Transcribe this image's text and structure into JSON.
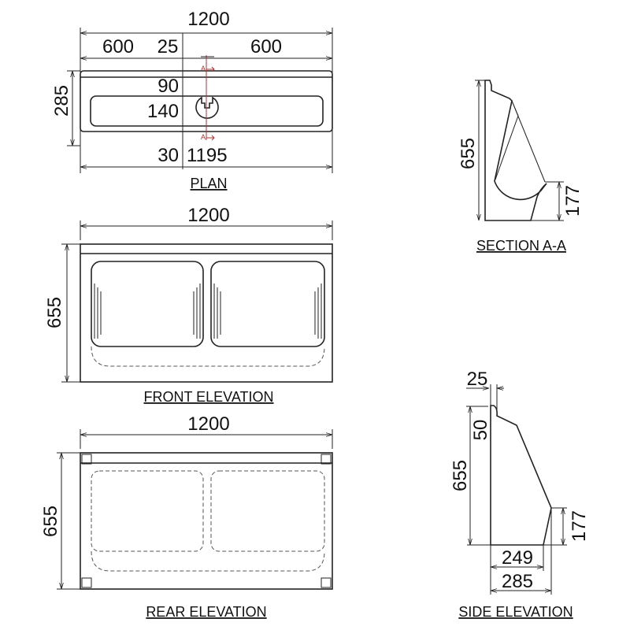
{
  "plan": {
    "label": "PLAN",
    "dims": {
      "overall_width": "1200",
      "left_half": "600",
      "offset": "25",
      "right_half": "600",
      "depth": "285",
      "top_margin": "90",
      "slot_width": "140",
      "bottom_margin": "30",
      "inner_length": "1195"
    },
    "section_marker": "A"
  },
  "front_elevation": {
    "label": "FRONT ELEVATION",
    "dims": {
      "width": "1200",
      "height": "655"
    }
  },
  "rear_elevation": {
    "label": "REAR ELEVATION",
    "dims": {
      "width": "1200",
      "height": "655"
    }
  },
  "section_aa": {
    "label": "SECTION A-A",
    "dims": {
      "height": "655",
      "lip_height": "177"
    }
  },
  "side_elevation": {
    "label": "SIDE ELEVATION",
    "dims": {
      "top_lip": "25",
      "step": "50",
      "height": "655",
      "lip_height": "177",
      "base_depth": "249",
      "overall_depth": "285"
    }
  }
}
